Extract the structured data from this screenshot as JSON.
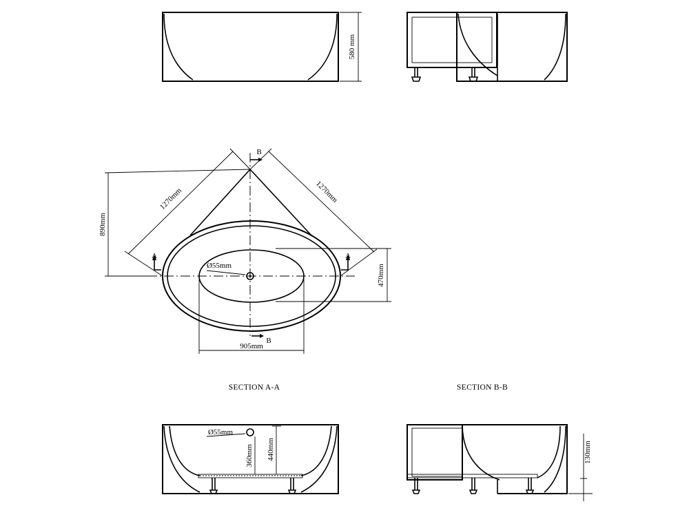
{
  "dimensions": {
    "height_side": "580 mm",
    "diag_left": "1270mm",
    "diag_right": "1270mm",
    "overall_depth": "890mm",
    "inner_width": "470mm",
    "inner_length": "905mm",
    "waste_plan": "Ø55mm",
    "waste_section": "Ø55mm",
    "waste_height": "360mm",
    "inner_depth": "440mm",
    "base_height": "130mm"
  },
  "section_marks": {
    "a_left": "A",
    "a_right": "A",
    "b_top": "B",
    "b_bottom": "B"
  },
  "section_titles": {
    "aa": "SECTION A-A",
    "bb": "SECTION B-B"
  }
}
